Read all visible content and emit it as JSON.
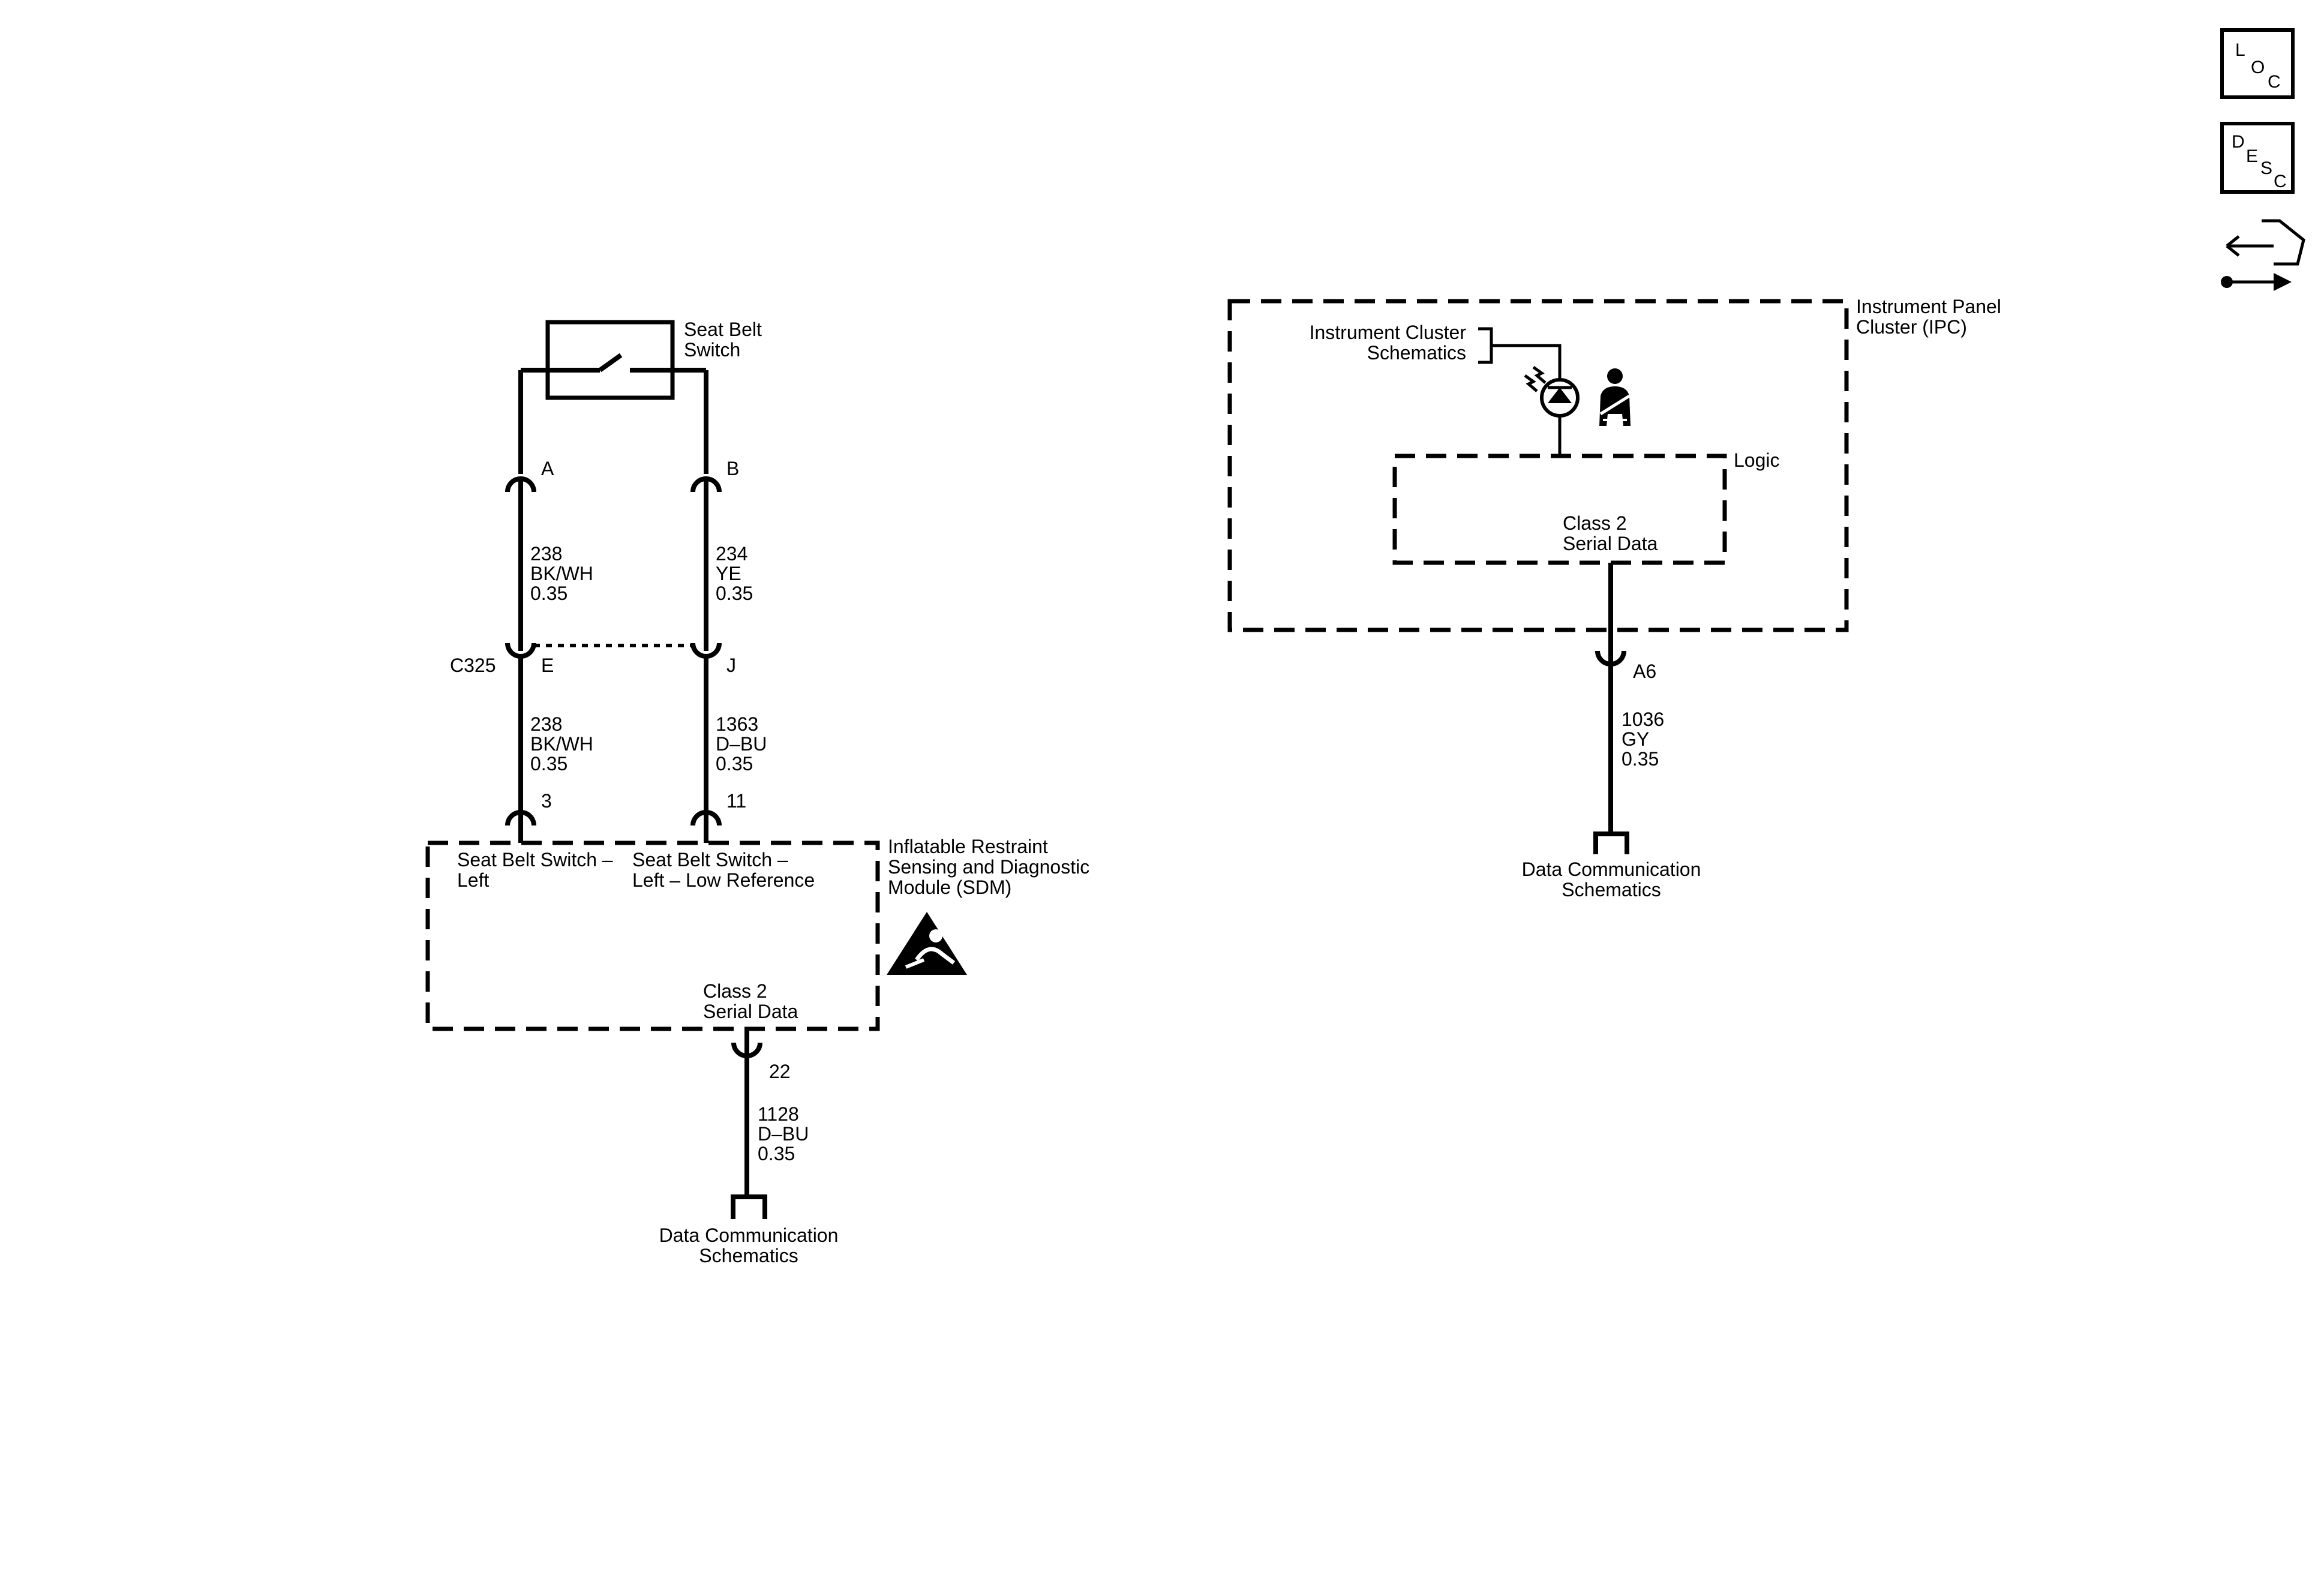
{
  "nav": {
    "loc": {
      "l1": "L",
      "l2": "O",
      "l3": "C"
    },
    "desc": {
      "l1": "D",
      "l2": "E",
      "l3": "S",
      "l4": "C"
    }
  },
  "seat_belt_switch": {
    "line1": "Seat Belt",
    "line2": "Switch"
  },
  "pins": {
    "a": "A",
    "b": "B",
    "e": "E",
    "j": "J",
    "p3": "3",
    "p11": "11",
    "p22": "22",
    "a6": "A6"
  },
  "connector_c325": "C325",
  "wires": {
    "sw_left": {
      "circuit": "238",
      "color": "BK/WH",
      "size": "0.35"
    },
    "sw_right": {
      "circuit": "234",
      "color": "YE",
      "size": "0.35"
    },
    "sdm_left": {
      "circuit": "238",
      "color": "BK/WH",
      "size": "0.35"
    },
    "sdm_right": {
      "circuit": "1363",
      "color": "D–BU",
      "size": "0.35"
    },
    "sdm_data": {
      "circuit": "1128",
      "color": "D–BU",
      "size": "0.35"
    },
    "ipc_data": {
      "circuit": "1036",
      "color": "GY",
      "size": "0.35"
    }
  },
  "sdm": {
    "title1": "Inflatable Restraint",
    "title2": "Sensing and Diagnostic",
    "title3": "Module (SDM)",
    "input_left1": "Seat Belt Switch –",
    "input_left2": "Left",
    "input_right1": "Seat Belt Switch –",
    "input_right2": "Left – Low Reference",
    "serial1": "Class 2",
    "serial2": "Serial Data"
  },
  "ipc": {
    "title1": "Instrument Panel",
    "title2": "Cluster (IPC)",
    "cluster_ref1": "Instrument Cluster",
    "cluster_ref2": "Schematics",
    "logic": "Logic",
    "serial1": "Class 2",
    "serial2": "Serial Data"
  },
  "data_comm_left": {
    "line1": "Data Communication",
    "line2": "Schematics"
  },
  "data_comm_right": {
    "line1": "Data Communication",
    "line2": "Schematics"
  }
}
